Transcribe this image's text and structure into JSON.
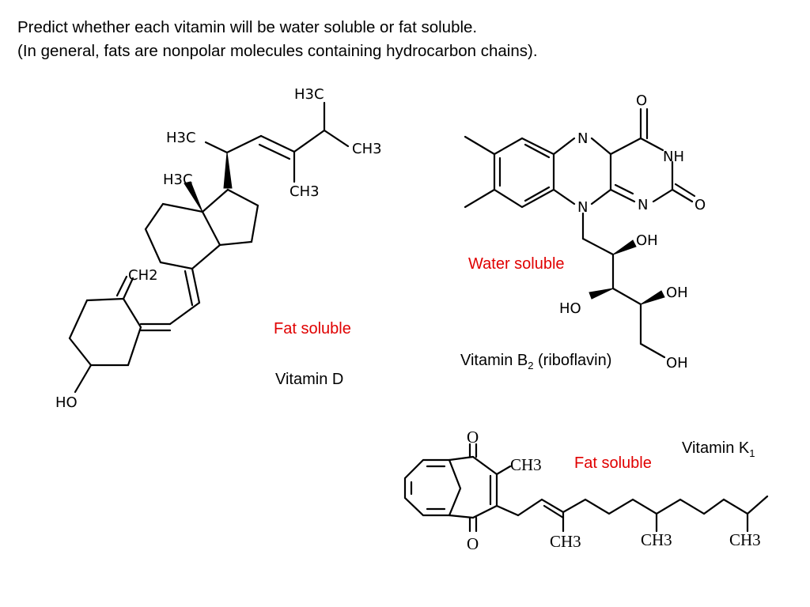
{
  "header": {
    "line1": "Predict whether each vitamin will be water soluble or fat soluble.",
    "line2": "(In general, fats are nonpolar molecules containing hydrocarbon chains)."
  },
  "vitamin_d": {
    "name": "Vitamin D",
    "solubility": "Fat soluble",
    "atoms": {
      "h3c_top": "H3C",
      "h3c_left": "H3C",
      "ch3_right": "CH3",
      "ch3_lower": "CH3",
      "h3c_ring": "H3C",
      "ch2": "CH2",
      "ho": "HO"
    }
  },
  "vitamin_b2": {
    "name_main": "Vitamin B",
    "name_sub": "2",
    "name_rest": " (riboflavin)",
    "solubility": "Water soluble",
    "atoms": {
      "o_top": "O",
      "n_top": "N",
      "nh": "NH",
      "n_bottom": "N",
      "n_right": "N",
      "o_right": "O",
      "oh1": "OH",
      "ho": "HO",
      "oh2": "OH",
      "oh3": "OH"
    }
  },
  "vitamin_k1": {
    "name_main": "Vitamin K",
    "name_sub": "1",
    "solubility": "Fat soluble",
    "atoms": {
      "o_top": "O",
      "o_bottom": "O",
      "ch3_ring": "CH3",
      "ch3_a": "CH3",
      "ch3_b": "CH3",
      "ch3_c": "CH3"
    }
  },
  "colors": {
    "solubility_label": "#e00000",
    "text": "#000000"
  }
}
